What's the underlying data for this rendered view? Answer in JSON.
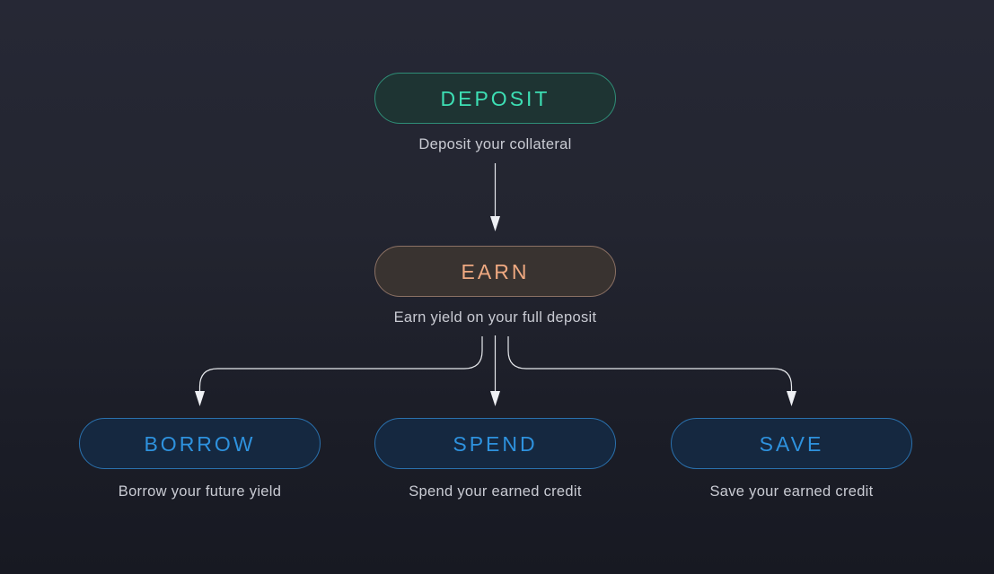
{
  "page": {
    "background_top": "#262835",
    "background_bottom": "#171922"
  },
  "connector": {
    "line_color": "#e7e9ed",
    "arrow_color": "#eef0f4"
  },
  "nodes": [
    {
      "id": "deposit",
      "label": "DEPOSIT",
      "caption": "Deposit your collateral",
      "text_color": "#3ddfb4",
      "border_color": "#2f8e77",
      "fill_color": "#1e3433"
    },
    {
      "id": "earn",
      "label": "EARN",
      "caption": "Earn yield on your full deposit",
      "text_color": "#efa981",
      "border_color": "#8b7164",
      "fill_color": "#393330"
    },
    {
      "id": "borrow",
      "label": "BORROW",
      "caption": "Borrow your future yield",
      "text_color": "#2e92de",
      "border_color": "#2a71ae",
      "fill_color": "#152840"
    },
    {
      "id": "spend",
      "label": "SPEND",
      "caption": "Spend your earned credit",
      "text_color": "#2e92de",
      "border_color": "#2a71ae",
      "fill_color": "#152840"
    },
    {
      "id": "save",
      "label": "SAVE",
      "caption": "Save your earned credit",
      "text_color": "#2e92de",
      "border_color": "#2a71ae",
      "fill_color": "#152840"
    }
  ]
}
